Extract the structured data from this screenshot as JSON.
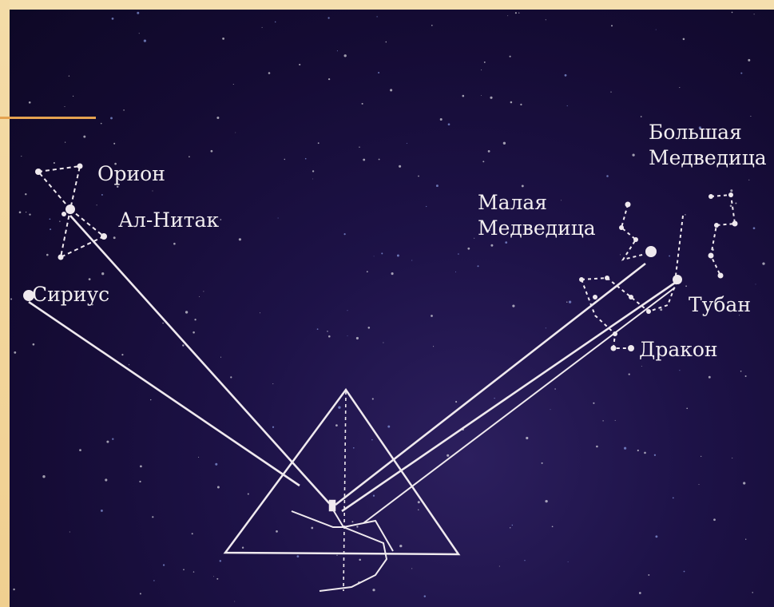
{
  "labels": {
    "orion": "Орион",
    "alnitak": "Ал-Нитак",
    "sirius": "Сириус",
    "ursa_minor_1": "Малая",
    "ursa_minor_2": "Медведица",
    "ursa_major_1": "Большая",
    "ursa_major_2": "Медведица",
    "thuban": "Тубан",
    "draco": "Дракон"
  },
  "colors": {
    "sky": "#1d1247",
    "lines": "#efe9ee",
    "frame": "#f3d9a4",
    "accent": "#e5a250"
  }
}
